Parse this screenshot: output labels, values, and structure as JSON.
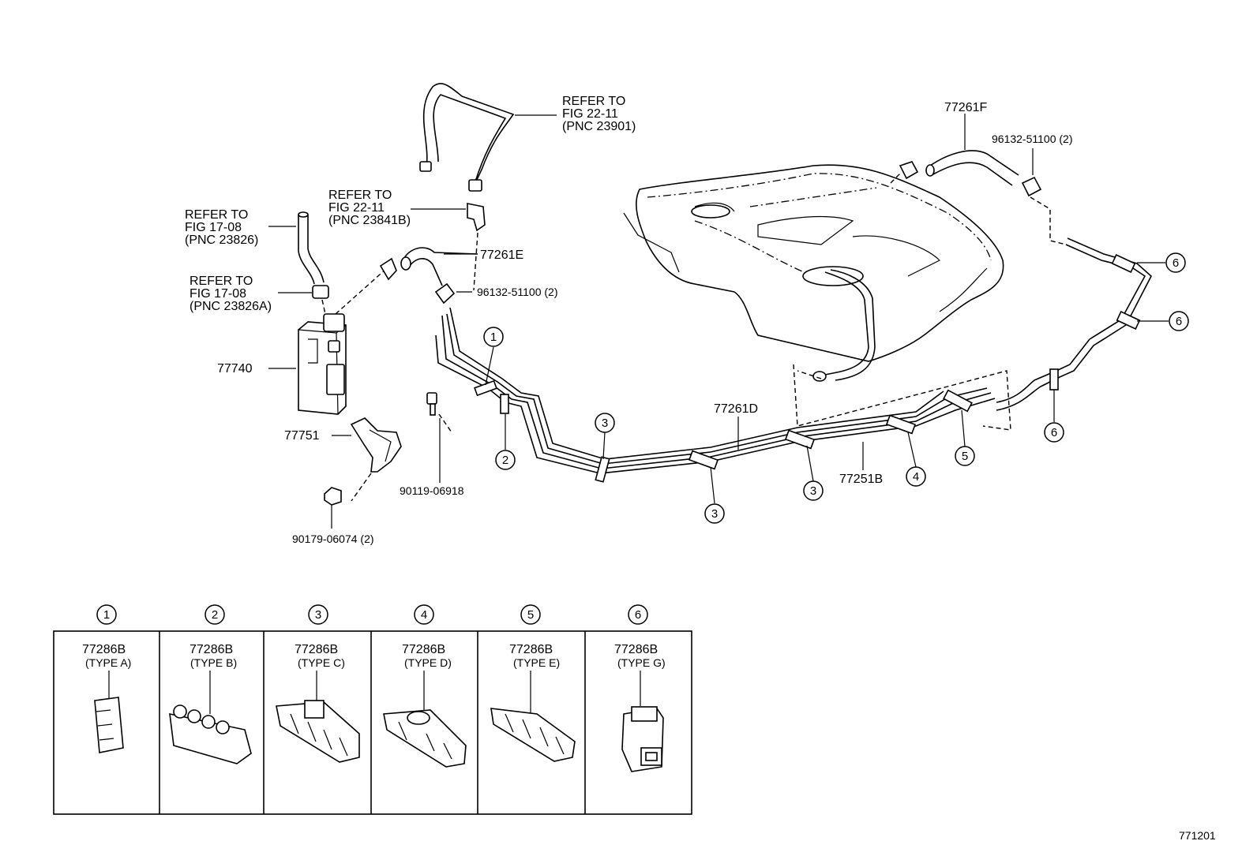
{
  "refers": [
    {
      "line1": "REFER TO",
      "line2": "FIG 22-11",
      "line3": "(PNC 23901)"
    },
    {
      "line1": "REFER TO",
      "line2": "FIG 22-11",
      "line3": "(PNC 23841B)"
    },
    {
      "line1": "REFER TO",
      "line2": "FIG 17-08",
      "line3": "(PNC 23826)"
    },
    {
      "line1": "REFER TO",
      "line2": "FIG 17-08",
      "line3": "(PNC 23826A)"
    }
  ],
  "parts": {
    "p77261F": "77261F",
    "p96132_top": "96132-51100 (2)",
    "p77261E": "77261E",
    "p96132_mid": "96132-51100 (2)",
    "p77740": "77740",
    "p77751": "77751",
    "p90119": "90119-06918",
    "p90179": "90179-06074 (2)",
    "p77261D": "77261D",
    "p77251B": "77251B"
  },
  "callouts": [
    "1",
    "2",
    "3",
    "3",
    "3",
    "4",
    "5",
    "6",
    "6",
    "6"
  ],
  "clamp_table": [
    {
      "num": "1",
      "part": "77286B",
      "type": "(TYPE A)"
    },
    {
      "num": "2",
      "part": "77286B",
      "type": "(TYPE B)"
    },
    {
      "num": "3",
      "part": "77286B",
      "type": "(TYPE C)"
    },
    {
      "num": "4",
      "part": "77286B",
      "type": "(TYPE D)"
    },
    {
      "num": "5",
      "part": "77286B",
      "type": "(TYPE E)"
    },
    {
      "num": "6",
      "part": "77286B",
      "type": "(TYPE G)"
    }
  ],
  "figure_id": "771201"
}
